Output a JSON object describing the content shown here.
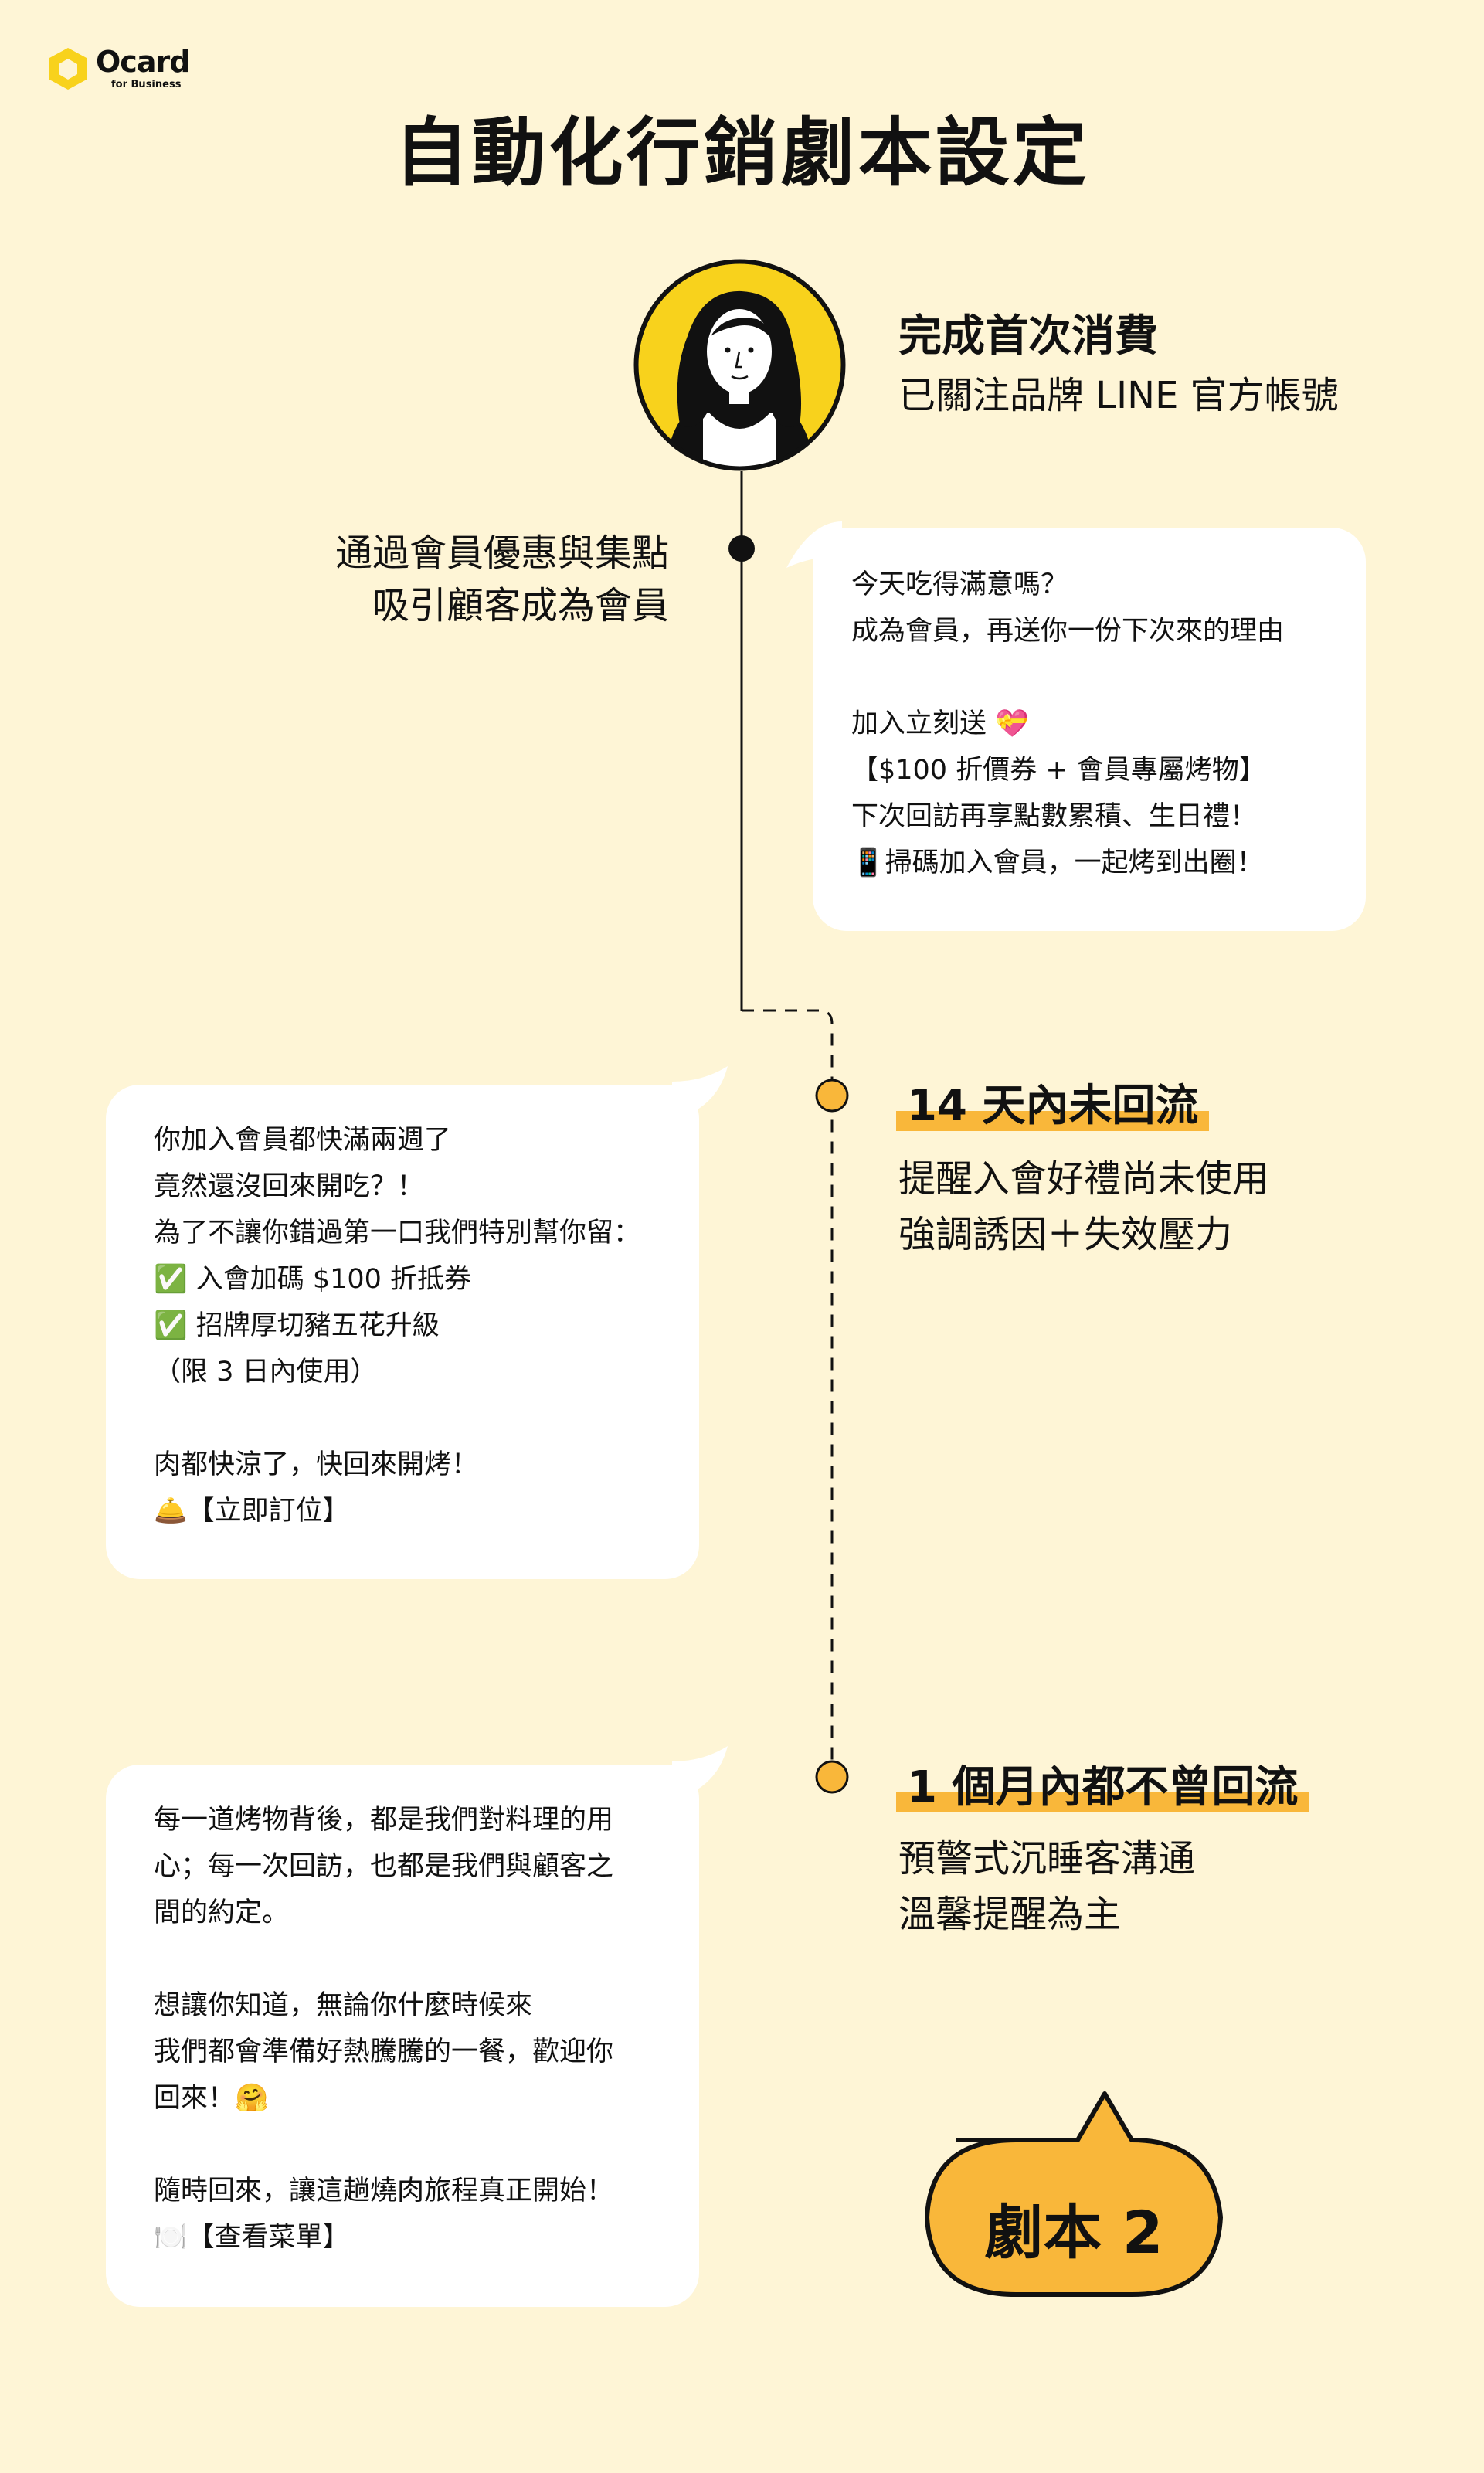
{
  "brand": {
    "name": "Ocard",
    "tagline": "for Business",
    "color": "#F8D21C"
  },
  "title": "自動化行銷劇本設定",
  "trigger": {
    "title": "完成首次消費",
    "subtitle": "已關注品牌 LINE 官方帳號"
  },
  "step1": {
    "label_lines": [
      "通過會員優惠與集點",
      "吸引顧客成為會員"
    ],
    "message_lines": [
      "今天吃得滿意嗎？",
      "成為會員，再送你一份下次來的理由",
      "",
      "加入立刻送 💝",
      "【$100 折價券 + 會員專屬烤物】",
      "下次回訪再享點數累積、生日禮！",
      "📱掃碼加入會員，一起烤到出圈！"
    ]
  },
  "step2": {
    "title": "14 天內未回流",
    "desc_lines": [
      "提醒入會好禮尚未使用",
      "強調誘因＋失效壓力"
    ],
    "message_lines": [
      "你加入會員都快滿兩週了",
      "竟然還沒回來開吃？！",
      "為了不讓你錯過第一口我們特別幫你留：",
      "✅ 入會加碼 $100 折抵券",
      "✅ 招牌厚切豬五花升級",
      "（限 3 日內使用）",
      "",
      "肉都快涼了，快回來開烤！",
      "🛎️【立即訂位】"
    ]
  },
  "step3": {
    "title": "1 個月內都不曾回流",
    "desc_lines": [
      "預警式沉睡客溝通",
      "溫馨提醒為主"
    ],
    "message_lines": [
      "每一道烤物背後，都是我們對料理的用",
      "心；每一次回訪，也都是我們與顧客之",
      "間的約定。",
      "",
      "想讓你知道，無論你什麼時候來",
      "我們都會準備好熱騰騰的一餐，歡迎你",
      "回來！🤗",
      "",
      "隨時回來，讓這趟燒肉旅程真正開始！",
      "🍽️【查看菜單】"
    ]
  },
  "badge": {
    "label": "劇本 2",
    "color": "#F9B73A"
  },
  "colors": {
    "background": "#FEF5D6",
    "accent": "#F9B73A",
    "avatar_yellow": "#F8D21C"
  }
}
